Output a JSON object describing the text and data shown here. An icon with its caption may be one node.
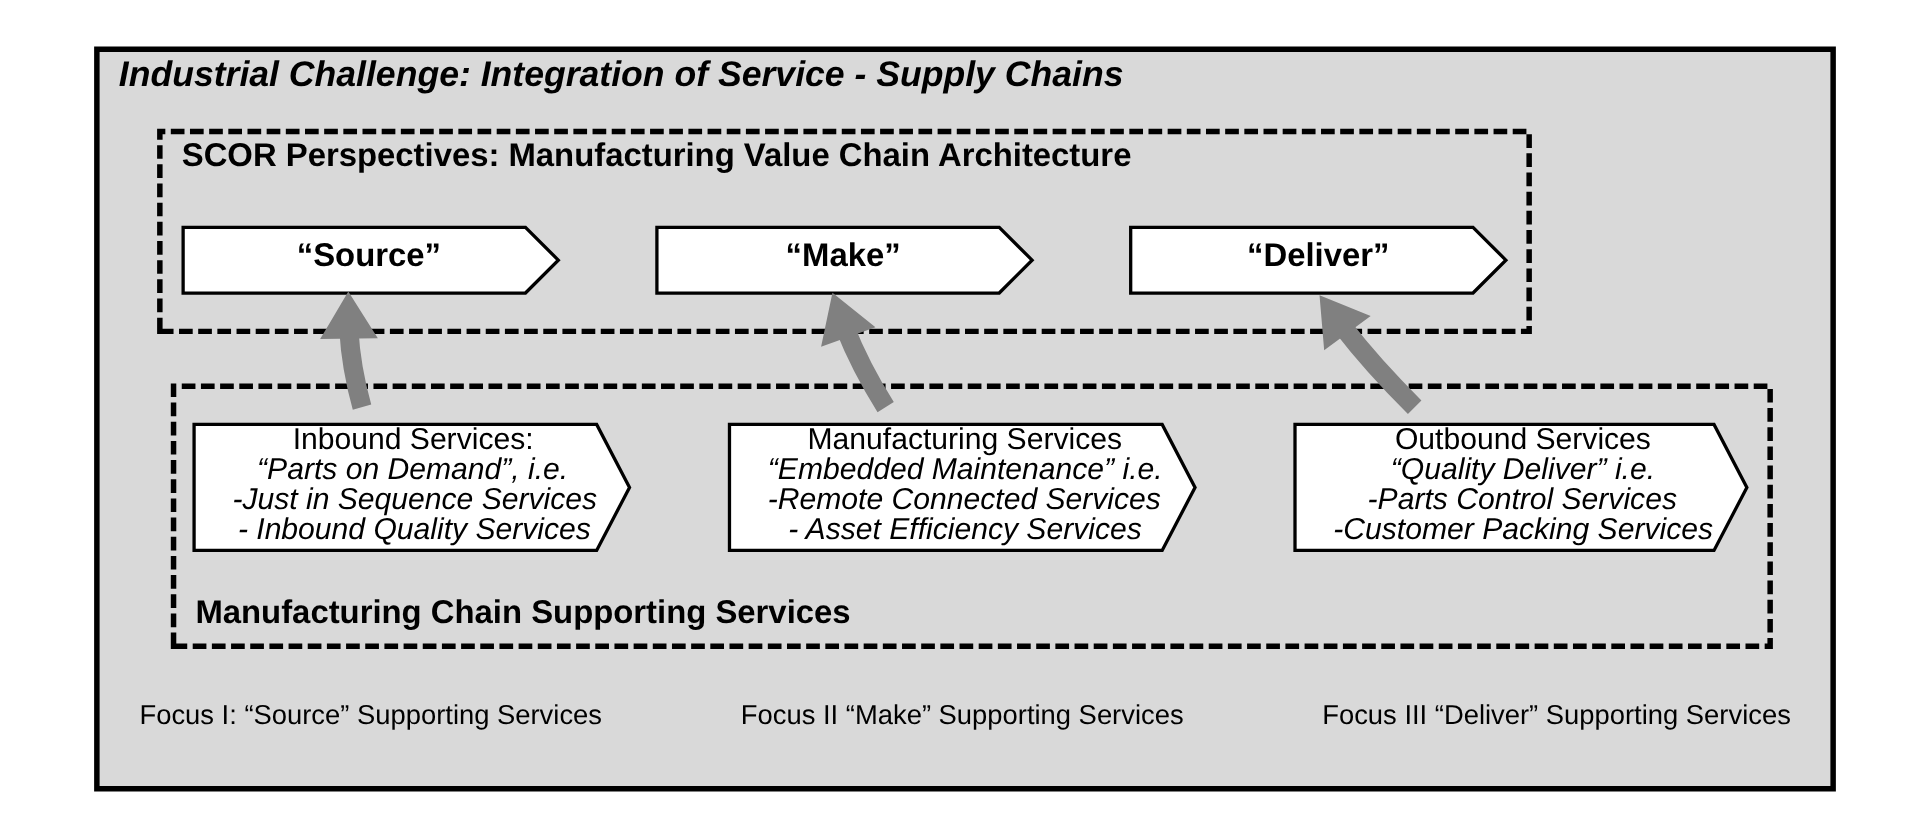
{
  "diagram": {
    "nodes": [
      {
        "text": [
          "Industrial Challenge: Integration of Service - Supply Chains"
        ]
      },
      {
        "text": [
          "SCOR Perspectives: Manufacturing Value Chain Architecture"
        ],
        "in": 0
      },
      {
        "text": [
          "“Source”"
        ],
        "in": 1
      },
      {
        "text": [
          "“Make”"
        ],
        "in": 1
      },
      {
        "text": [
          "“Deliver”"
        ],
        "in": 1
      },
      {
        "text": [
          "Manufacturing Chain Supporting Services"
        ],
        "in": 0
      },
      {
        "text": [
          "Inbound Services:",
          "“Parts on Demand”, i.e.",
          "-Just in Sequence Services",
          "- Inbound Quality Services"
        ],
        "in": 5
      },
      {
        "text": [
          "Manufacturing Services",
          "“Embedded Maintenance” i.e.",
          "-Remote Connected Services",
          "- Asset Efficiency Services"
        ],
        "in": 5
      },
      {
        "text": [
          "Outbound Services",
          "“Quality Deliver” i.e.",
          "-Parts Control Services",
          "-Customer Packing Services"
        ],
        "in": 5
      }
    ],
    "edges": [
      {
        "from": 6,
        "to": 2,
        "arrow": "to"
      },
      {
        "from": 7,
        "to": 3,
        "arrow": "to"
      },
      {
        "from": 8,
        "to": 4,
        "arrow": "to"
      }
    ],
    "labels": [
      "Focus I: “Source” Supporting Services",
      "Focus II “Make” Supporting Services",
      "Focus III “Deliver” Supporting Services"
    ]
  }
}
